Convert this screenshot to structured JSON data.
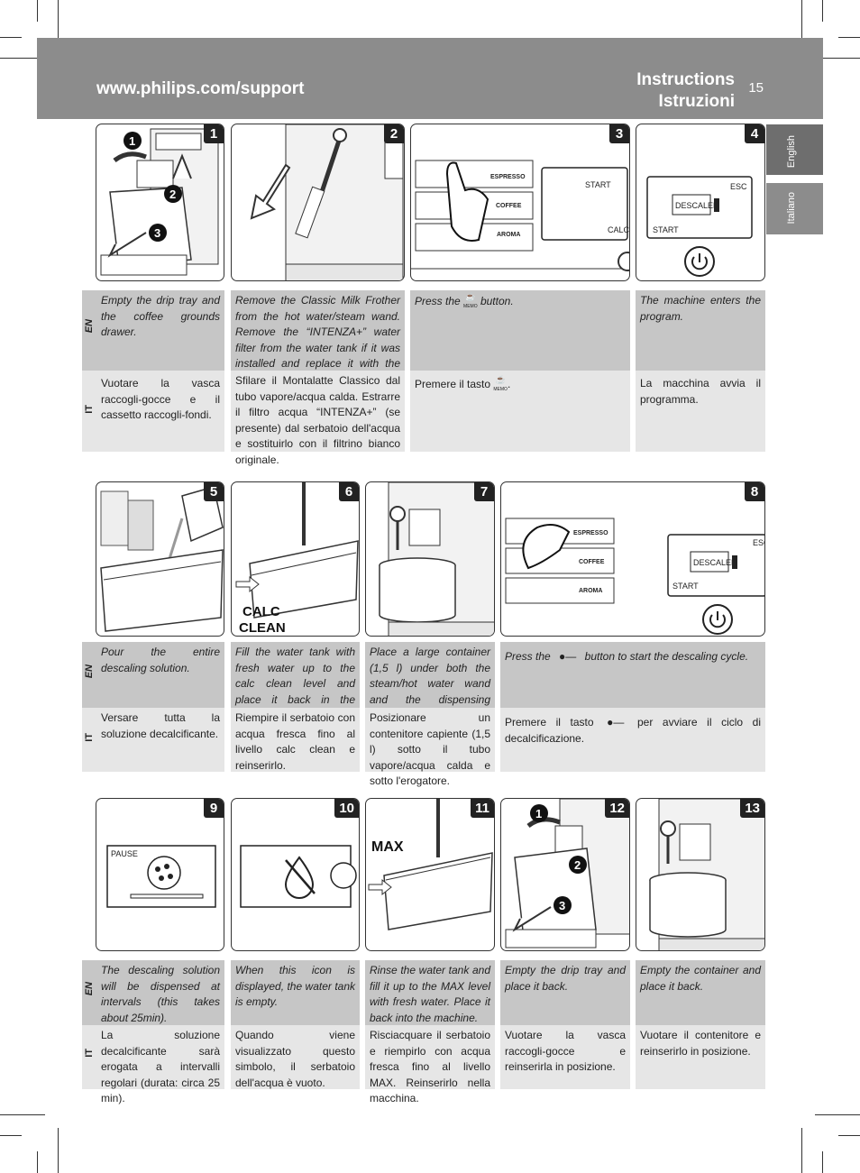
{
  "header": {
    "url": "www.philips.com/support",
    "title_en": "Instructions",
    "title_it": "Istruzioni",
    "page_number": "15"
  },
  "side_tabs": [
    "English",
    "Italiano"
  ],
  "lang_labels": {
    "en": "EN",
    "it": "IT"
  },
  "panel_text": {
    "calc_clean_1": "CALC",
    "calc_clean_2": "CLEAN",
    "max": "MAX",
    "espresso": "ESPRESSO",
    "coffee": "COFFEE",
    "aroma": "AROMA",
    "memo": "MEMO",
    "start": "START",
    "esc": "ESC",
    "descaler": "DESCALER",
    "calc": "CALC",
    "pause": "PAUSE"
  },
  "steps": [
    {
      "num": "1",
      "en": "Empty the drip tray and the coffee grounds drawer.",
      "it": "Vuotare la vasca raccogli-gocce e il cassetto raccogli-fondi."
    },
    {
      "num": "2",
      "en": "Remove the Classic Milk Frother from the hot water/steam wand. Remove the “INTENZA+” water filter from the water tank if it was installed and replace it with the small white original one.",
      "it": "Sfilare il Montalatte Classico dal tubo vapore/acqua calda. Estrarre il filtro acqua “INTENZA+” (se presente) dal serbatoio dell'acqua e sostituirlo con il filtrino bianco originale."
    },
    {
      "num": "3",
      "en_pre": "Press the",
      "en_post": "button.",
      "it_pre": "Premere il tasto",
      "it_post": "."
    },
    {
      "num": "4",
      "en": "The machine enters the program.",
      "it": "La macchina avvia il programma."
    },
    {
      "num": "5",
      "en": "Pour the entire descaling solution.",
      "it": "Versare tutta la soluzione decalcificante."
    },
    {
      "num": "6",
      "en": "Fill the water tank with fresh water up to the calc clean level and place it back in the machine.",
      "it": "Riempire il serbatoio con acqua fresca fino al livello calc clean e reinserirlo."
    },
    {
      "num": "7",
      "en": "Place a large container (1,5 l) under both the steam/hot water wand and the dispensing spout.",
      "it": "Posizionare un contenitore capiente (1,5 l) sotto il tubo vapore/acqua calda e sotto l'erogatore."
    },
    {
      "num": "8",
      "en_pre": "Press the",
      "en_post": "button to start the descaling cycle.",
      "it_pre": "Premere il tasto",
      "it_post": "per avviare il ciclo di decalcificazione."
    },
    {
      "num": "9",
      "en": "The descaling solution will be dispensed at intervals (this takes about 25min).",
      "it": "La soluzione decalcificante sarà erogata a intervalli regolari (durata: circa 25 min)."
    },
    {
      "num": "10",
      "en": "When this icon is displayed, the water tank is empty.",
      "it": "Quando viene visualizzato questo simbolo, il serbatoio dell'acqua è vuoto."
    },
    {
      "num": "11",
      "en": "Rinse the water tank and fill it up to the MAX level with fresh water. Place it back into the machine.",
      "it": "Risciacquare il serbatoio e riempirlo con acqua fresca fino al livello MAX. Reinserirlo nella macchina."
    },
    {
      "num": "12",
      "en": "Empty the drip tray and place it back.",
      "it": "Vuotare la vasca raccogli-gocce e reinserirla in posizione."
    },
    {
      "num": "13",
      "en": "Empty the container and place it back.",
      "it": "Vuotare il contenitore e reinserirlo in posizione."
    }
  ]
}
